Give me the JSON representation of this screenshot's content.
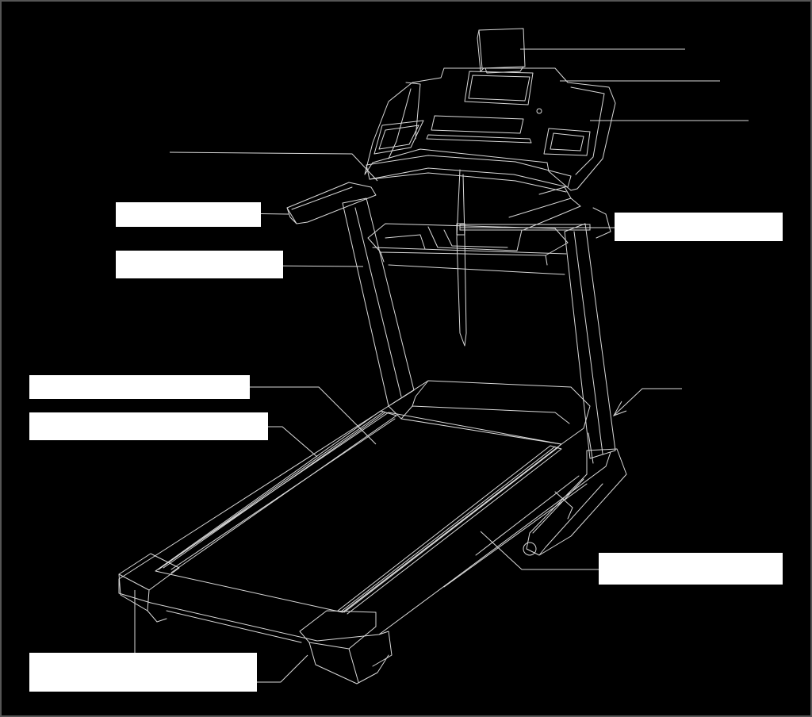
{
  "diagram": {
    "subject": "treadmill",
    "background_color": "#000000",
    "line_color": "#d9d9d9",
    "label_box_color": "#ffffff",
    "callouts": [
      {
        "id": "tablet-holder",
        "text": ""
      },
      {
        "id": "console",
        "text": ""
      },
      {
        "id": "speaker",
        "text": ""
      },
      {
        "id": "handrail-control",
        "text": ""
      },
      {
        "id": "handrail",
        "text": ""
      },
      {
        "id": "upright",
        "text": ""
      },
      {
        "id": "fan",
        "text": ""
      },
      {
        "id": "upright-cover",
        "text": ""
      },
      {
        "id": "walking-belt",
        "text": ""
      },
      {
        "id": "platform",
        "text": ""
      },
      {
        "id": "frame",
        "text": ""
      },
      {
        "id": "rear-feet",
        "text": ""
      }
    ]
  }
}
